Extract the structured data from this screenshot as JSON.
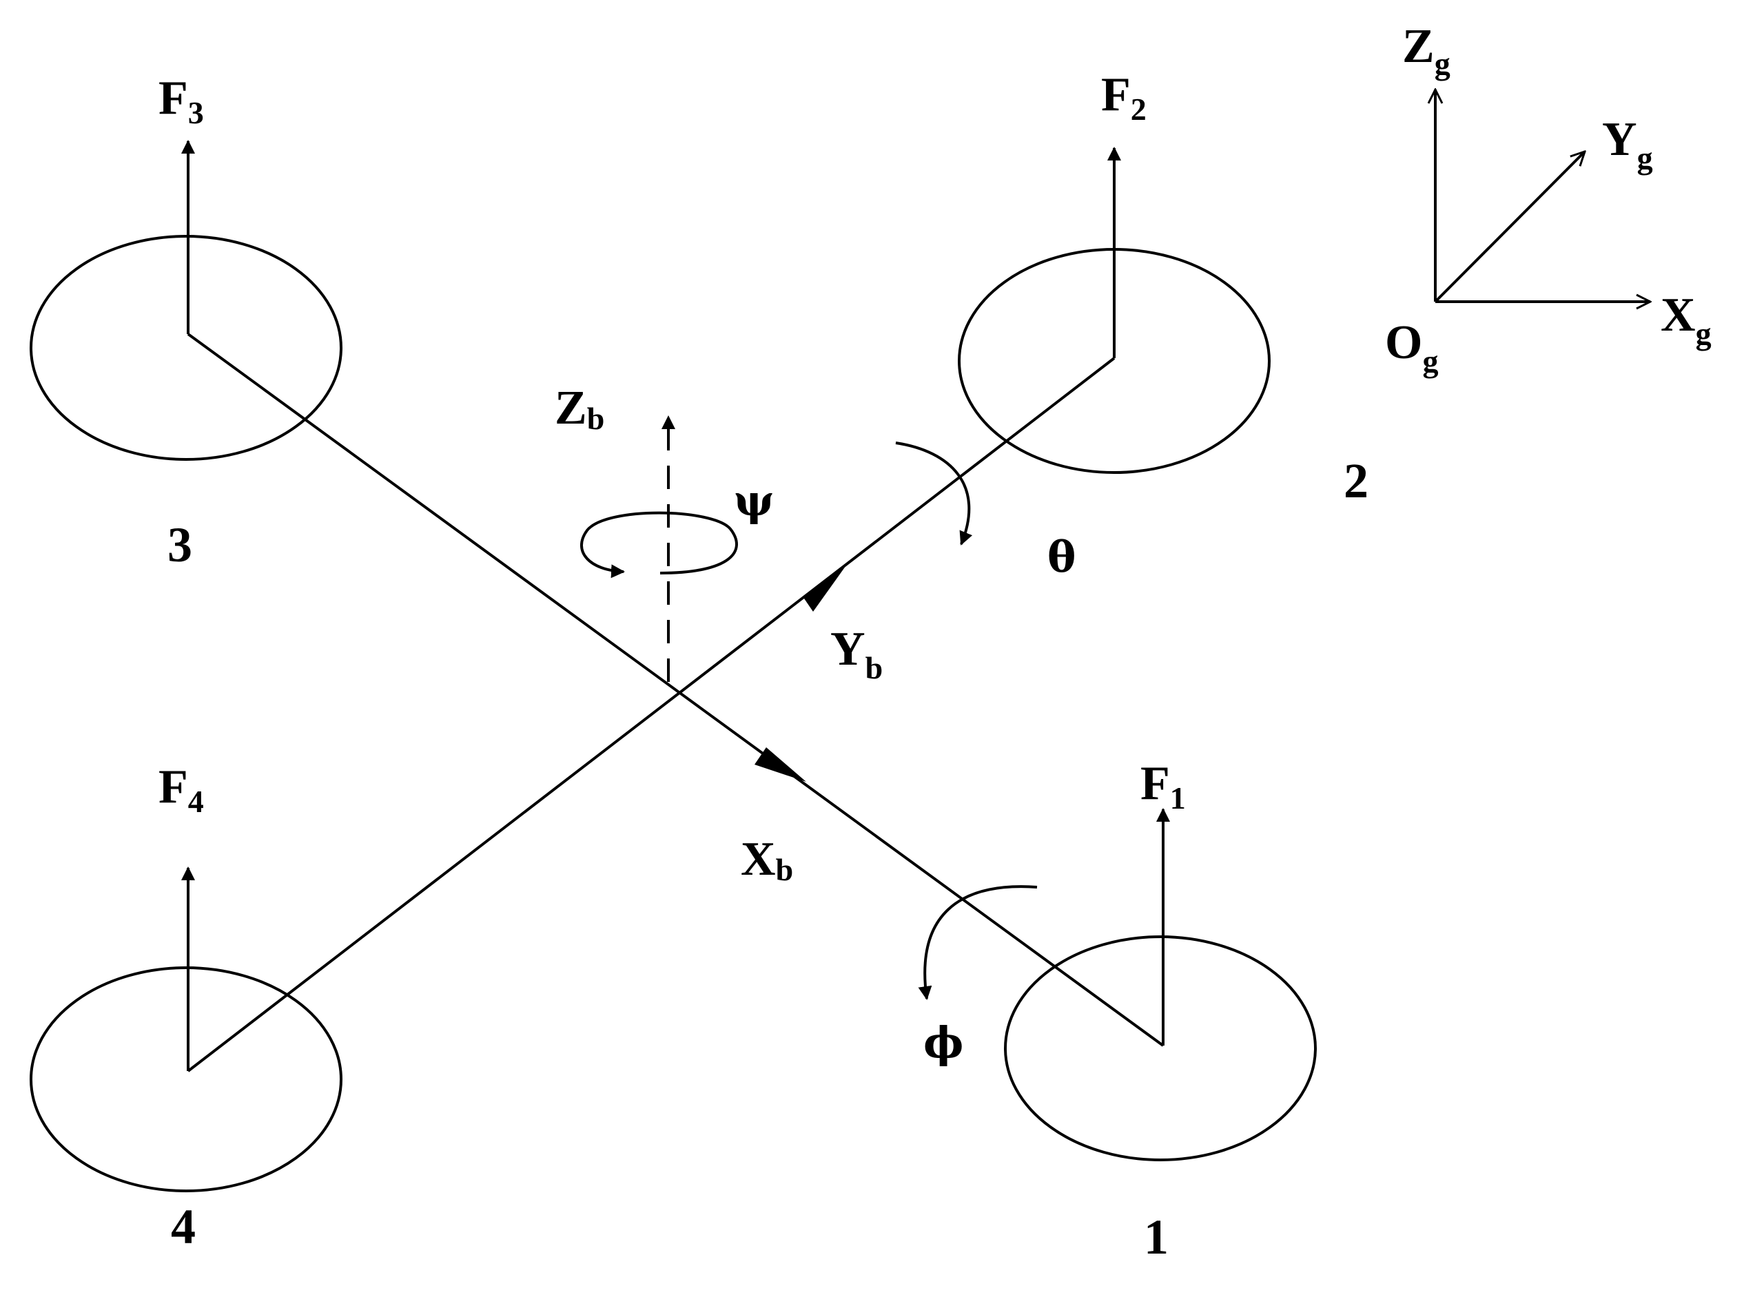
{
  "rotors": [
    {
      "number": "1",
      "force": {
        "main": "F",
        "sub": "1"
      }
    },
    {
      "number": "2",
      "force": {
        "main": "F",
        "sub": "2"
      }
    },
    {
      "number": "3",
      "force": {
        "main": "F",
        "sub": "3"
      }
    },
    {
      "number": "4",
      "force": {
        "main": "F",
        "sub": "4"
      }
    }
  ],
  "body_axes": {
    "x": {
      "main": "X",
      "sub": "b"
    },
    "y": {
      "main": "Y",
      "sub": "b"
    },
    "z": {
      "main": "Z",
      "sub": "b"
    }
  },
  "angles": {
    "roll": "ϕ",
    "pitch": "θ",
    "yaw": "ψ"
  },
  "ground_frame": {
    "origin": {
      "main": "O",
      "sub": "g"
    },
    "x": {
      "main": "X",
      "sub": "g"
    },
    "y": {
      "main": "Y",
      "sub": "g"
    },
    "z": {
      "main": "Z",
      "sub": "g"
    }
  }
}
